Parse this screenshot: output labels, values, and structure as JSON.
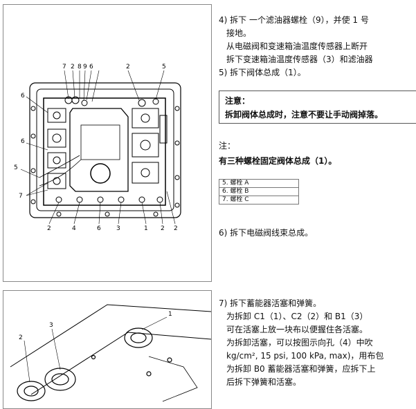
{
  "figure1": {
    "callouts": {
      "top": [
        "7",
        "2",
        "8",
        "9",
        "6",
        "2",
        "5"
      ],
      "left": [
        "6",
        "6",
        "5",
        "7"
      ],
      "bottom": [
        "2",
        "4",
        "6",
        "3",
        "1",
        "2",
        "2"
      ]
    }
  },
  "figure2": {
    "callouts": [
      "3",
      "2",
      "1"
    ]
  },
  "step4": {
    "line1": "4) 拆下 一个滤油器螺栓（9），并使 1 号",
    "line2": "接地。",
    "line3": "从电磁阀和变速箱油温度传感器上断开",
    "line4": "拆下变速箱油温度传感器（3）和滤油器"
  },
  "step5": "5) 拆下阀体总成（1）。",
  "caution": {
    "title": "注意：",
    "body": "拆卸阀体总成时，注意不要让手动阀掉落。"
  },
  "note": {
    "title": "注：",
    "body": "有三种螺栓固定阀体总成（1）。"
  },
  "bolts": [
    "5. 螺栓 A",
    "6. 螺栓 B",
    "7. 螺栓 C"
  ],
  "step6": "6) 拆下电磁阀线束总成。",
  "step7": {
    "line1": "7) 拆下蓄能器活塞和弹簧。",
    "line2": "为拆卸 C1（1）、C2（2）和 B1（3）",
    "line3": "可在活塞上放一块布以便握住各活塞。",
    "line4": "为拆卸活塞，可以按图示向孔（4）中吹",
    "line5": "kg/cm², 15 psi, 100 kPa, max)，用布包",
    "line6": "为拆卸 B0 蓄能器活塞和弹簧，应拆下上",
    "line7": "后拆下弹簧和活塞。"
  }
}
